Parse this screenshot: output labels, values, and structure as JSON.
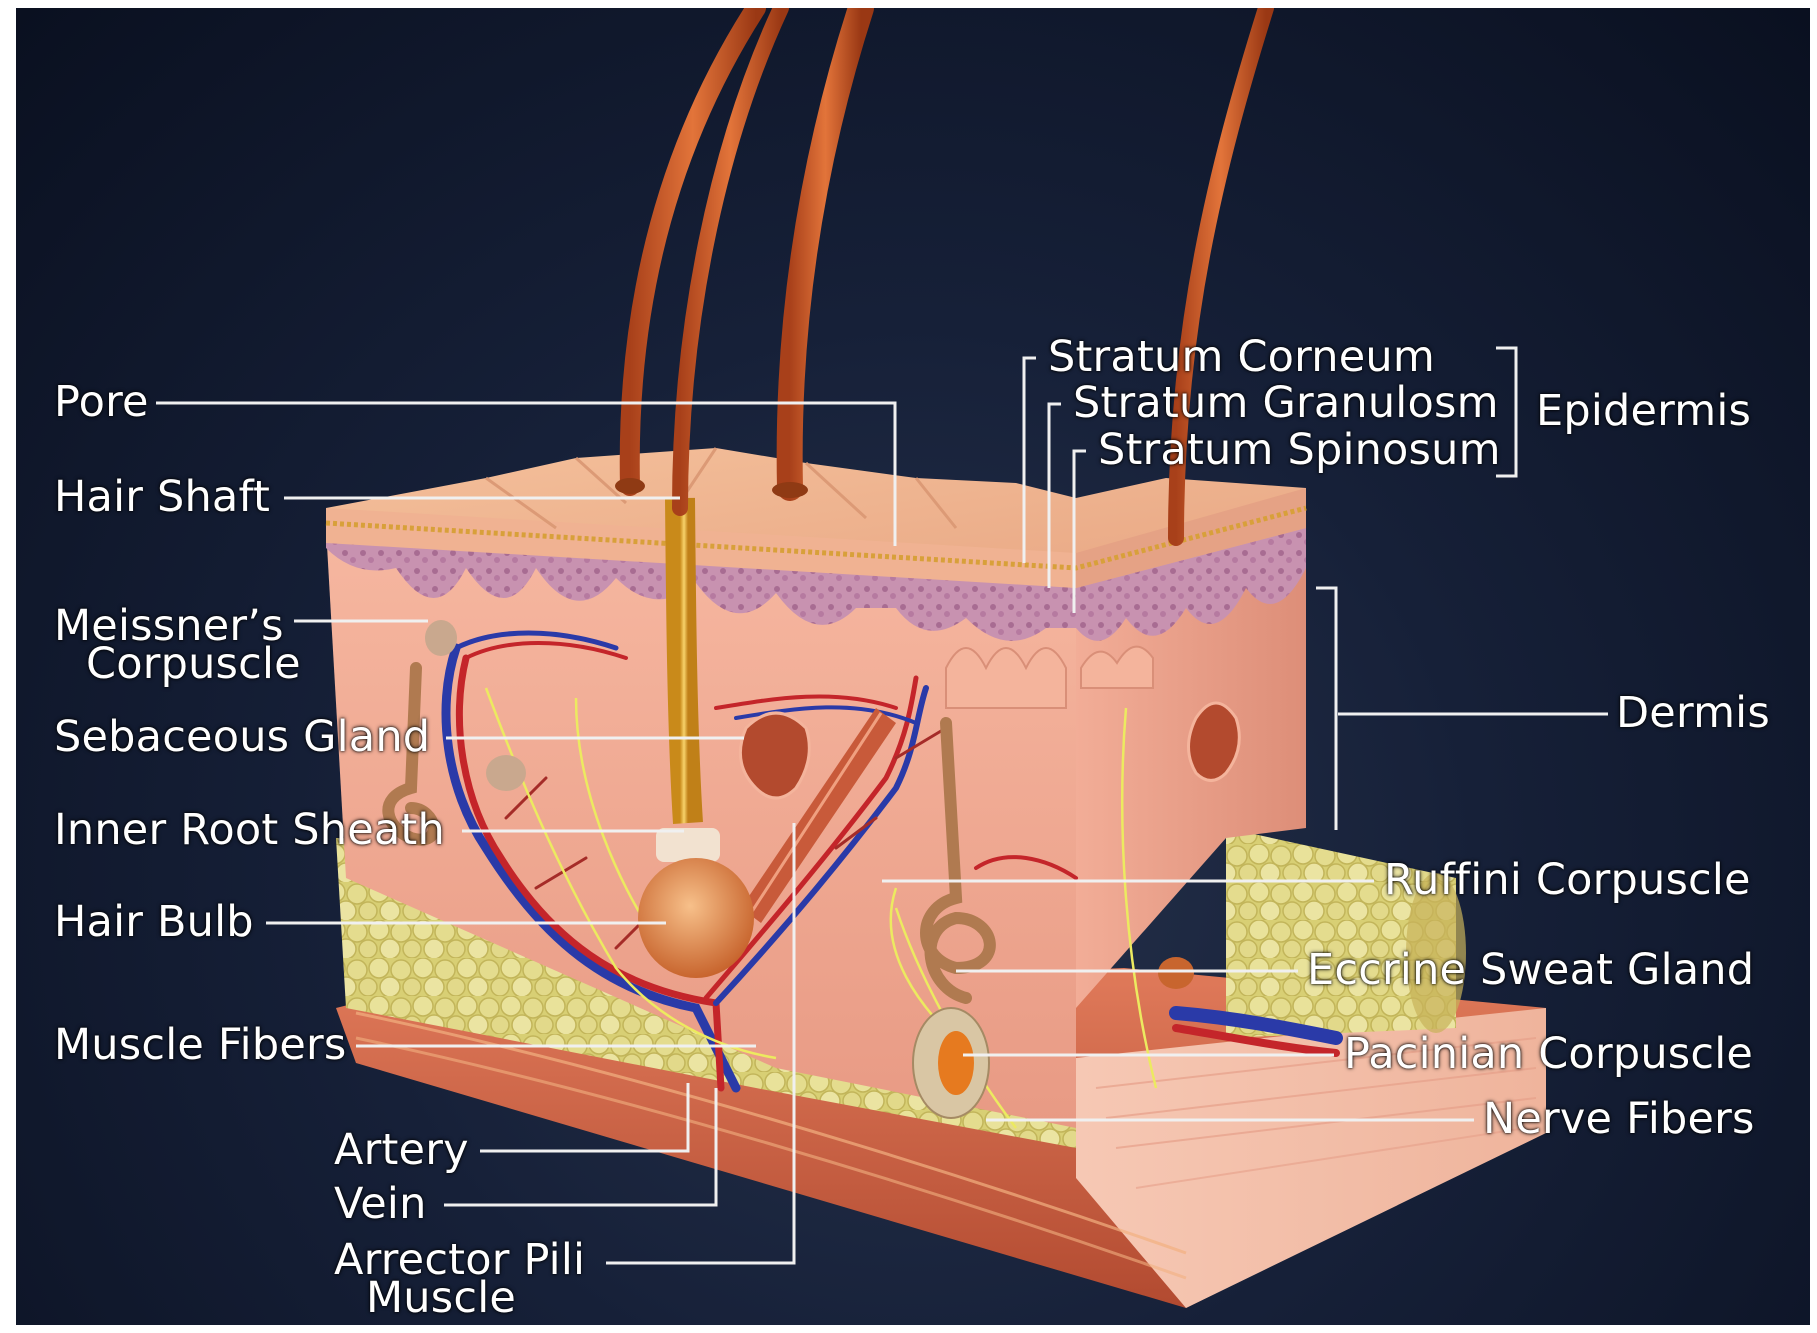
{
  "labels_left": {
    "pore": "Pore",
    "hair_shaft": "Hair Shaft",
    "meissners_line1": "Meissner’s",
    "meissners_line2": "Corpuscle",
    "sebaceous_gland": "Sebaceous Gland",
    "inner_root_sheath": "Inner Root Sheath",
    "hair_bulb": "Hair Bulb",
    "muscle_fibers": "Muscle Fibers",
    "artery": "Artery",
    "vein": "Vein",
    "arrector_line1": "Arrector Pili",
    "arrector_line2": "Muscle"
  },
  "labels_right": {
    "stratum_corneum": "Stratum Corneum",
    "stratum_granulosm": "Stratum Granulosm",
    "stratum_spinosum": "Stratum Spinosum",
    "epidermis": "Epidermis",
    "dermis": "Dermis",
    "ruffini_corpuscle": "Ruffini Corpuscle",
    "eccrine_sweat_gland": "Eccrine Sweat Gland",
    "pacinian_corpuscle": "Pacinian Corpuscle",
    "nerve_fibers": "Nerve Fibers"
  },
  "colors": {
    "background": "#141d33",
    "label_text": "#ffffff",
    "leader_line": "#f0f0f0",
    "skin": "#f0a98c",
    "fat": "#d9d27a",
    "hair": "#d2602a",
    "artery": "#c4252a",
    "vein": "#2a3aa8",
    "muscle_base": "#c85a3a"
  }
}
